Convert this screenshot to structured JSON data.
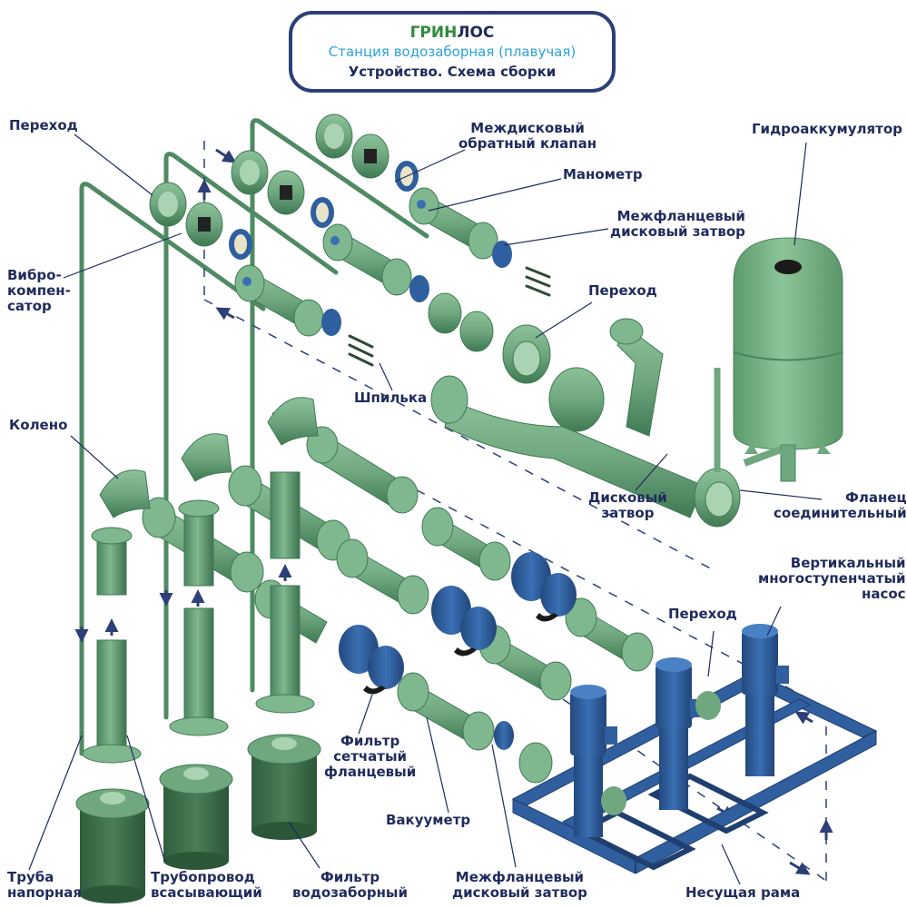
{
  "title": {
    "brand_green": "ГРИН",
    "brand_dark": "ЛОС",
    "subtitle": "Станция водозаборная (плавучая)",
    "caption": "Устройство. Схема сборки"
  },
  "colors": {
    "pipe_green": "#6fa77f",
    "pipe_green_dark": "#3f7a52",
    "equipment_blue": "#2f5f9e",
    "label_navy": "#1f2b5c",
    "title_border": "#2d3f78",
    "brand_green": "#2e8a3a",
    "subtitle_cyan": "#2aa3d6"
  },
  "labels": {
    "perekhod_top_left": [
      "Переход"
    ],
    "vibrokompensator": [
      "Вибро-",
      "компен-",
      "сатор"
    ],
    "mezhdiskovy_klapan": [
      "Междисковый",
      "обратный клапан"
    ],
    "manometr": [
      "Манометр"
    ],
    "mezhflantsevy_zatvor_top": [
      "Межфланцевый",
      "дисковый затвор"
    ],
    "gidroakkumulyator": [
      "Гидроаккумулятор"
    ],
    "perekhod_mid": [
      "Переход"
    ],
    "shpilka": [
      "Шпилька"
    ],
    "koleno": [
      "Колено"
    ],
    "diskovy_zatvor": [
      "Дисковый",
      "затвор"
    ],
    "flanets": [
      "Фланец",
      "соединительный"
    ],
    "nasos": [
      "Вертикальный",
      "многоступенчатый",
      "насос"
    ],
    "perekhod_pump": [
      "Переход"
    ],
    "filtr_setchaty": [
      "Фильтр",
      "сетчатый",
      "фланцевый"
    ],
    "vakuummetr": [
      "Вакууметр"
    ],
    "truba_napornaya": [
      "Труба",
      "напорная"
    ],
    "truboprovod": [
      "Трубопровод",
      "всасывающий"
    ],
    "filtr_vodozaborny": [
      "Фильтр",
      "водозаборный"
    ],
    "mezhflantsevy_zatvor_bottom": [
      "Межфланцевый",
      "дисковый затвор"
    ],
    "nesushchaya_rama": [
      "Несущая рама"
    ]
  }
}
